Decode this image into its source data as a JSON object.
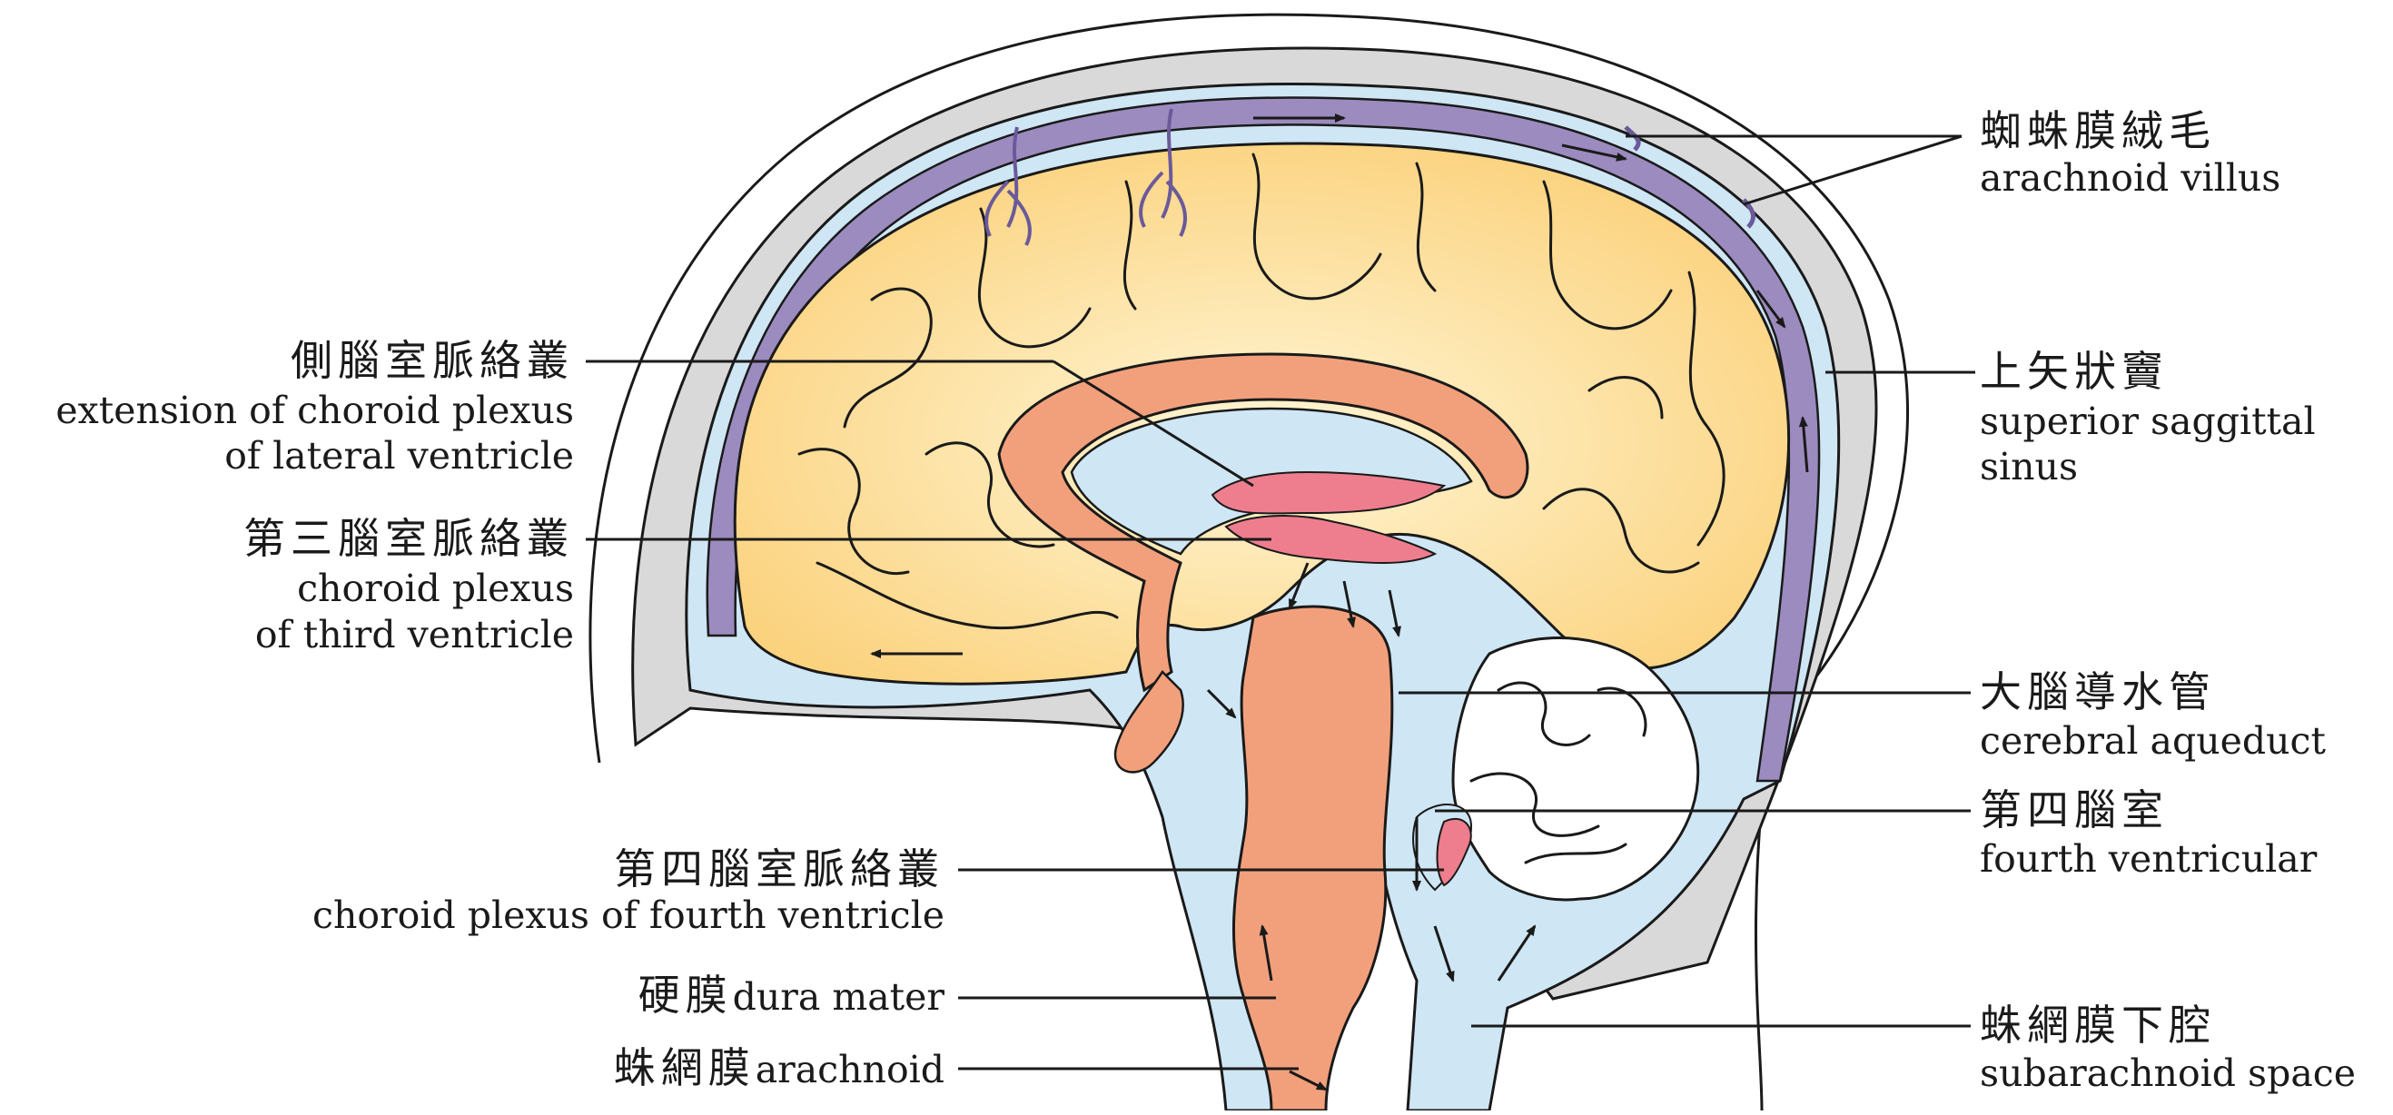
{
  "labels": {
    "arachnoid_villus": {
      "zh": "蜘蛛膜絨毛",
      "en": "arachnoid villus"
    },
    "superior_sagittal_sinus": {
      "zh": "上矢狀竇",
      "en1": "superior saggittal",
      "en2": "sinus"
    },
    "lateral_choroid": {
      "zh": "側腦室脈絡叢",
      "en1": "extension of choroid plexus",
      "en2": "of lateral ventricle"
    },
    "third_choroid": {
      "zh": "第三腦室脈絡叢",
      "en1": "choroid plexus",
      "en2": "of third ventricle"
    },
    "cerebral_aqueduct": {
      "zh": "大腦導水管",
      "en": "cerebral aqueduct"
    },
    "fourth_ventricle": {
      "zh": "第四腦室",
      "en": "fourth ventricular"
    },
    "fourth_choroid": {
      "zh": "第四腦室脈絡叢",
      "en": "choroid plexus of fourth ventricle"
    },
    "dura": {
      "zh": "硬膜",
      "en": "dura mater"
    },
    "arachnoid": {
      "zh": "蛛網膜",
      "en": "arachnoid"
    },
    "subarachnoid": {
      "zh": "蛛網膜下腔",
      "en": "subarachnoid space"
    }
  },
  "colors": {
    "skull": "#d9d9d9",
    "csf": "#cfe6f4",
    "sinus": "#9b8bbf",
    "cortex_light": "#fff3c8",
    "cortex": "#fbd27d",
    "brainstem": "#f2a07c",
    "choroid": "#ee7e8e"
  }
}
